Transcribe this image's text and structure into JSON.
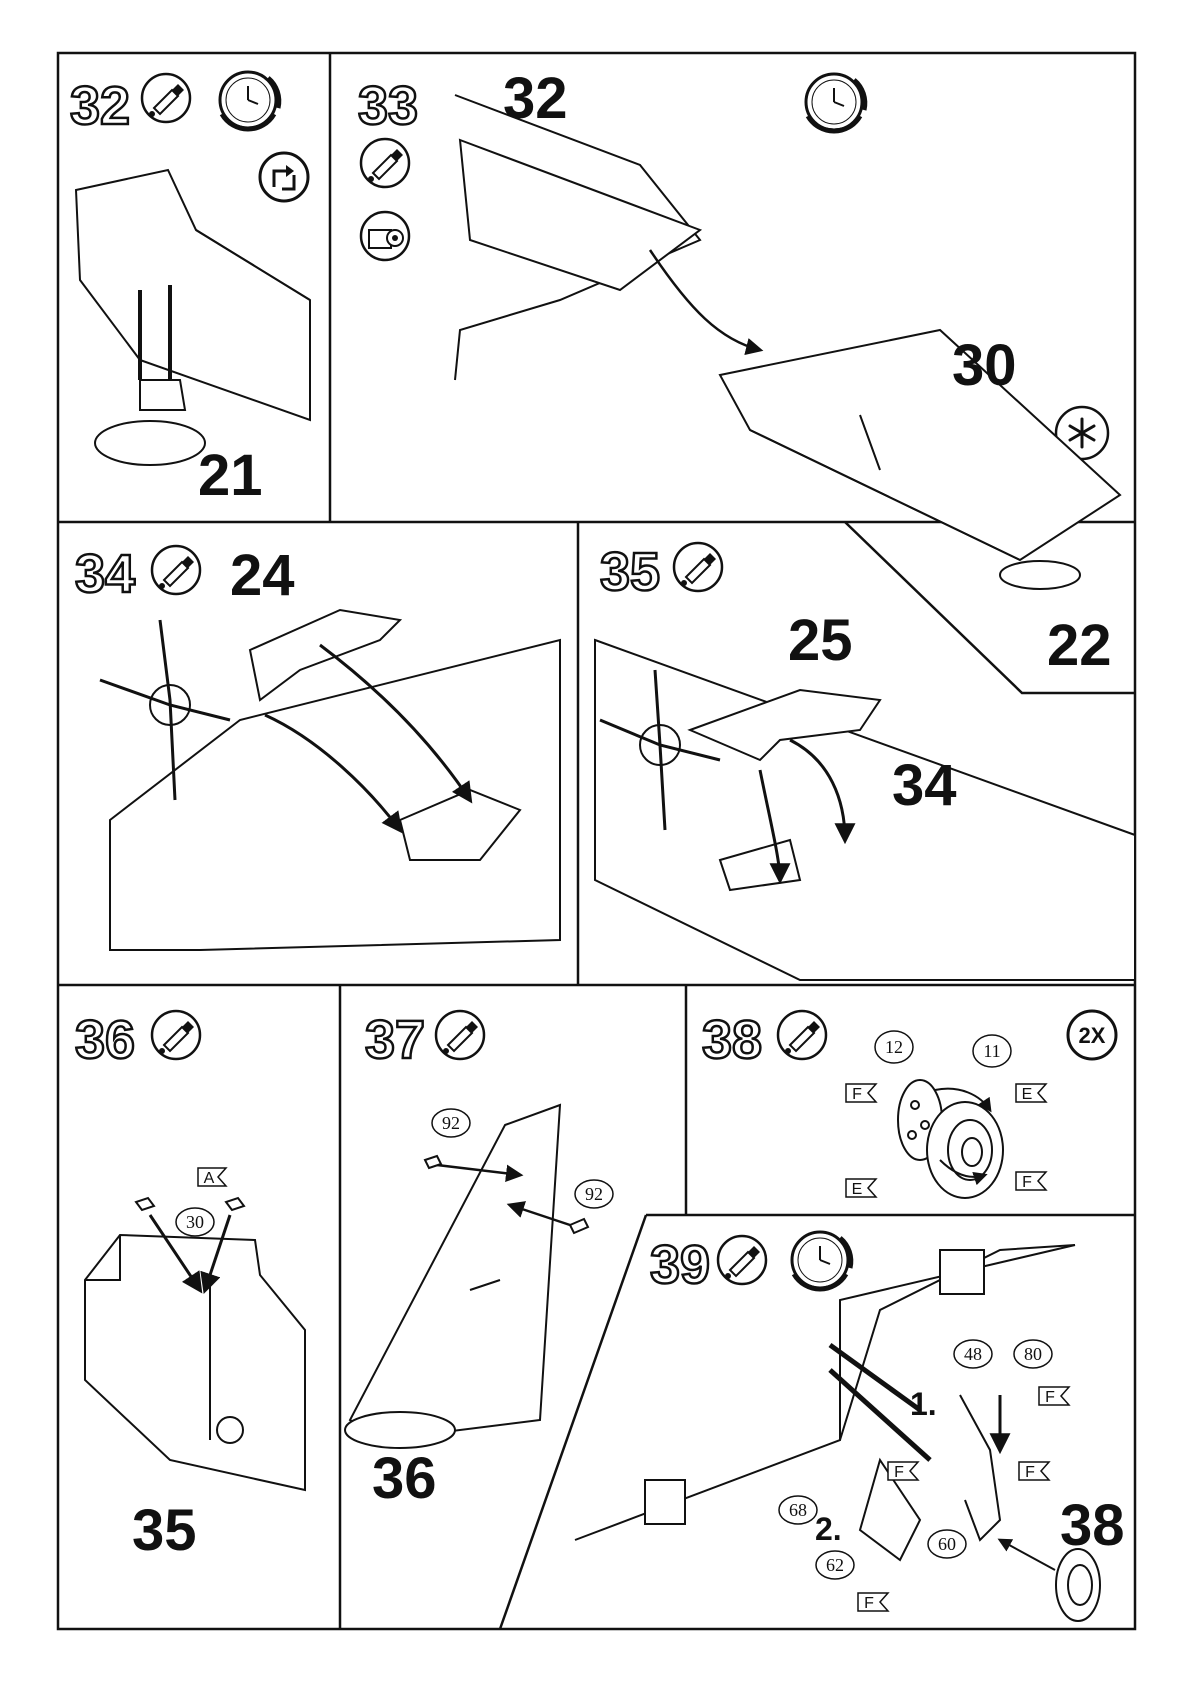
{
  "steps": [
    {
      "number": "32",
      "icons": [
        "glue-tube-icon",
        "clock-icon",
        "turn-over-icon"
      ],
      "parts": [
        "21"
      ]
    },
    {
      "number": "33",
      "icons": [
        "glue-tube-icon",
        "tape-icon",
        "clock-icon",
        "asterisk-icon"
      ],
      "parts": [
        "32",
        "30",
        "22"
      ]
    },
    {
      "number": "34",
      "icons": [
        "glue-tube-icon"
      ],
      "parts": [
        "24"
      ]
    },
    {
      "number": "35",
      "icons": [
        "glue-tube-icon"
      ],
      "parts": [
        "25",
        "34"
      ]
    },
    {
      "number": "36",
      "icons": [
        "glue-tube-icon"
      ],
      "parts": [
        "30",
        "35"
      ],
      "paint_codes": [
        "A"
      ]
    },
    {
      "number": "37",
      "icons": [
        "glue-tube-icon"
      ],
      "parts": [
        "92",
        "92",
        "36"
      ]
    },
    {
      "number": "38",
      "icons": [
        "glue-tube-icon"
      ],
      "parts": [
        "12",
        "11"
      ],
      "paint_codes": [
        "F",
        "E",
        "E",
        "F"
      ],
      "quantity": "2X"
    },
    {
      "number": "39",
      "icons": [
        "glue-tube-icon",
        "clock-icon"
      ],
      "parts": [
        "48",
        "80",
        "68",
        "62",
        "60",
        "38"
      ],
      "paint_codes": [
        "F",
        "F",
        "F",
        "F"
      ],
      "sequence": [
        "1.",
        "2."
      ]
    }
  ]
}
